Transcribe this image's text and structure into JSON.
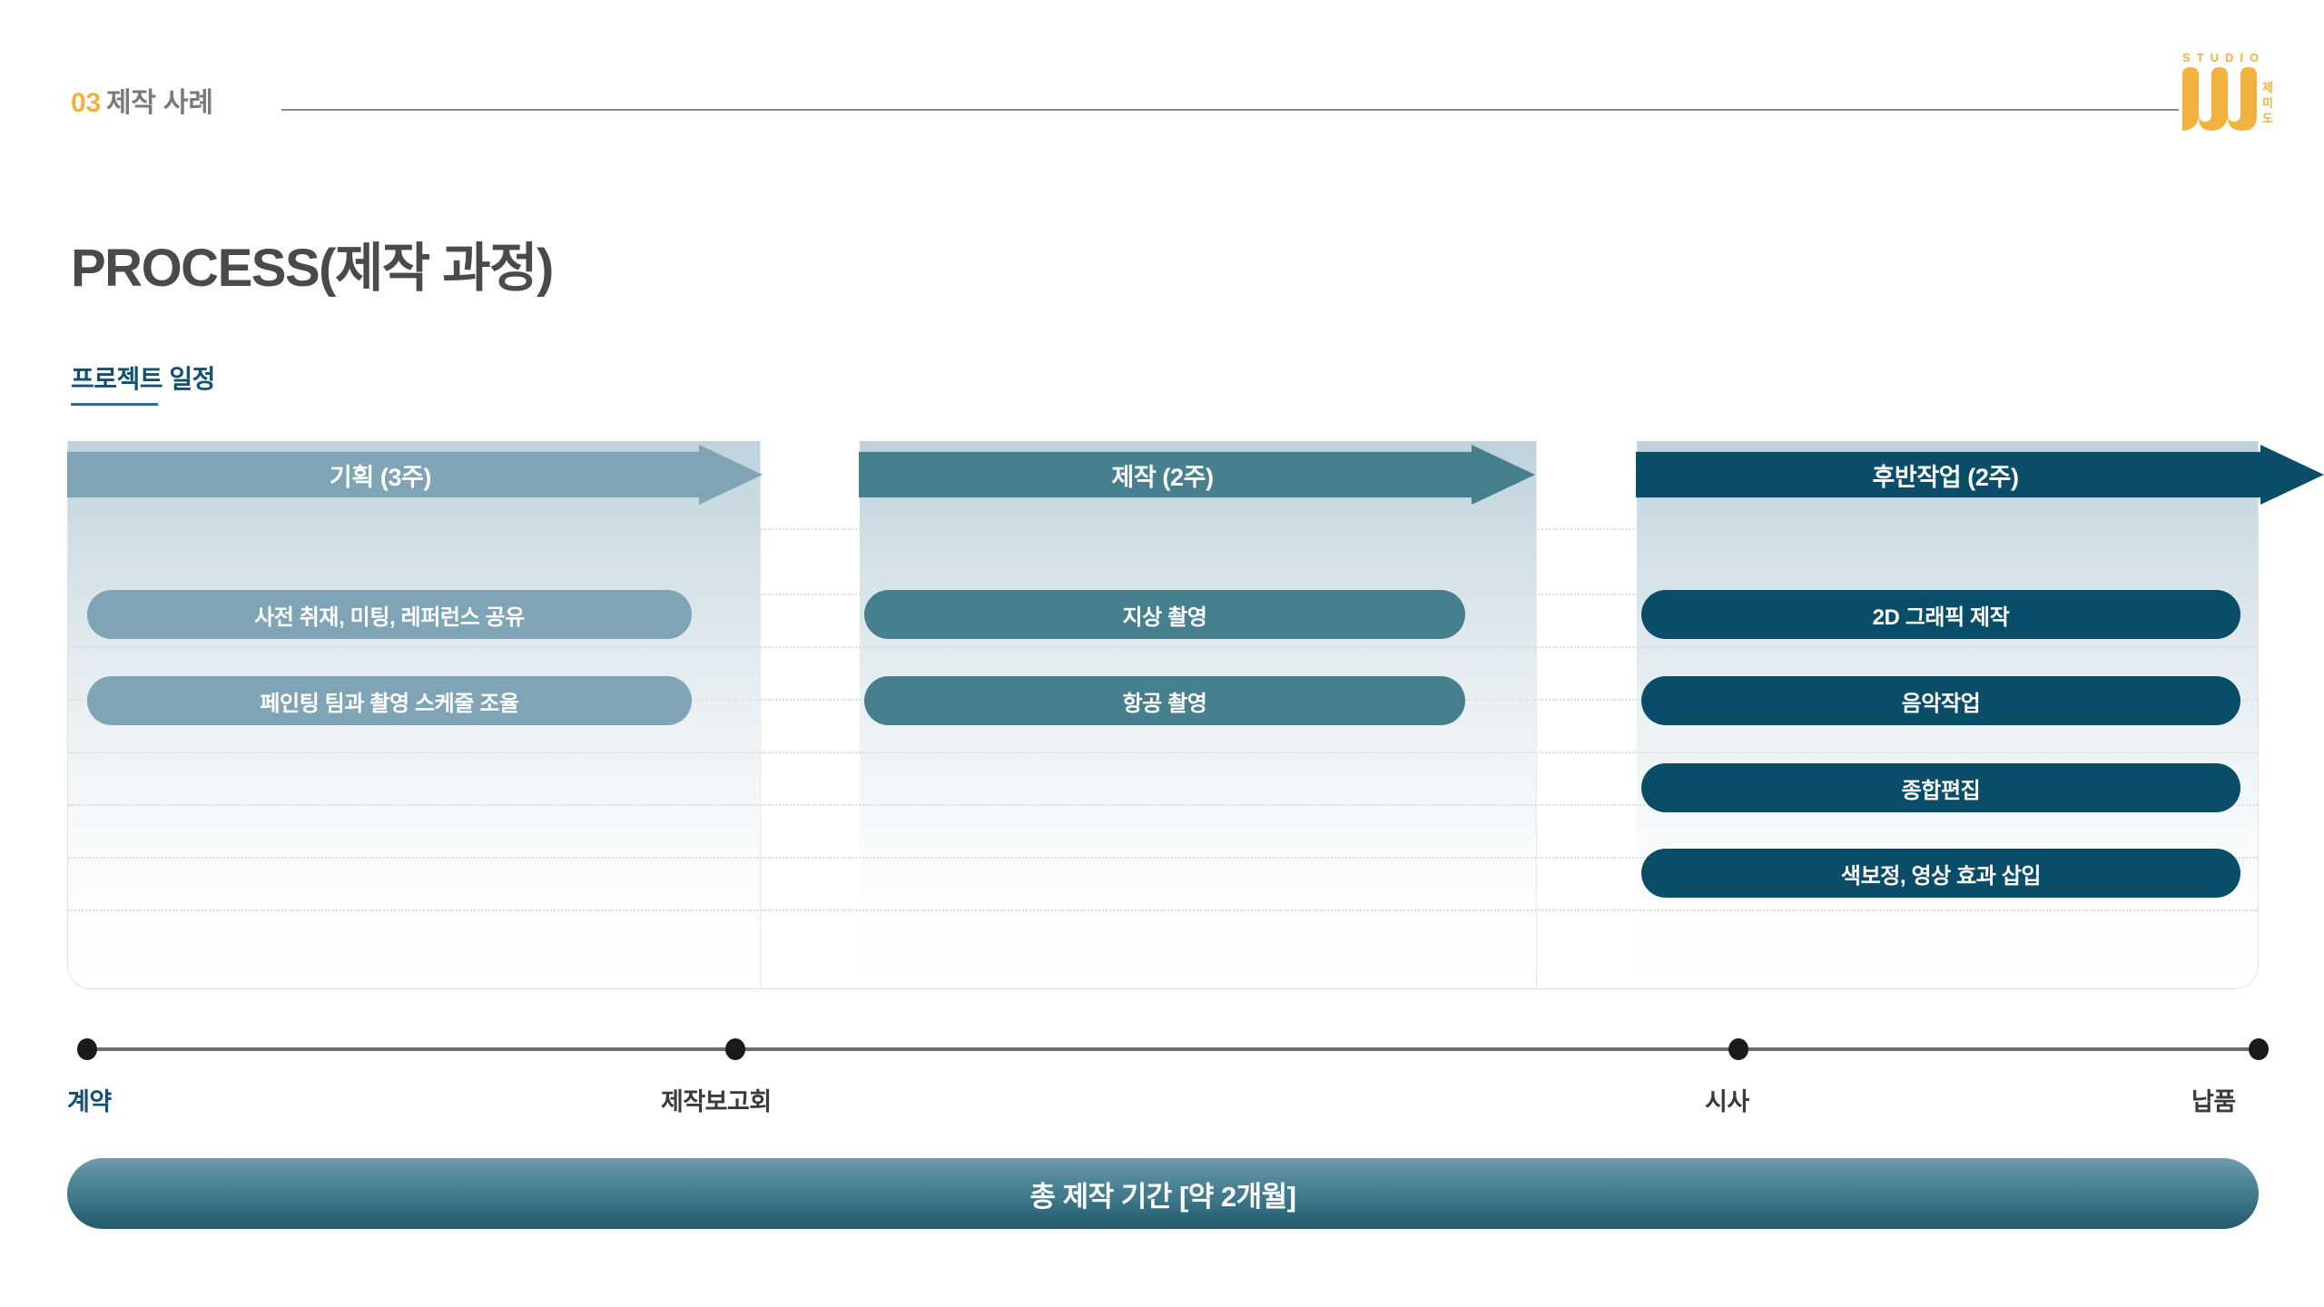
{
  "header": {
    "kicker_number": "03",
    "kicker_text": "제작 사례",
    "logo": {
      "wordmark": "STUDIO",
      "mark_letter": "M",
      "korean": "제미도"
    }
  },
  "page_title": "PROCESS(제작 과정)",
  "section": {
    "label": "프로젝트 일정"
  },
  "colors": {
    "accent_orange": "#f2b23e",
    "phase1": "#7fa4b5",
    "phase2": "#46808f",
    "phase3": "#0a4d68",
    "label_blue": "#135172",
    "title_gray": "#4a4a4a"
  },
  "chart_data": {
    "type": "table",
    "title": "프로젝트 일정",
    "phases": [
      {
        "name": "기획 (3주)",
        "duration_weeks": 3,
        "color": "#7fa4b5",
        "tasks": [
          "사전 취재, 미팅, 레퍼런스 공유",
          "페인팅 팀과 촬영 스케줄 조율"
        ]
      },
      {
        "name": "제작 (2주)",
        "duration_weeks": 2,
        "color": "#46808f",
        "tasks": [
          "지상 촬영",
          "항공 촬영"
        ]
      },
      {
        "name": "후반작업 (2주)",
        "duration_weeks": 2,
        "color": "#0a4d68",
        "tasks": [
          "2D 그래픽 제작",
          "음악작업",
          "종합편집",
          "색보정, 영상 효과 삽입"
        ]
      }
    ],
    "milestones": [
      {
        "label": "계약",
        "color": "#135172"
      },
      {
        "label": "제작보고회",
        "color": "#3a3a3a"
      },
      {
        "label": "시사",
        "color": "#3a3a3a"
      },
      {
        "label": "납품",
        "color": "#3a3a3a"
      }
    ],
    "total": {
      "label": "총 제작 기간 [약 2개월]",
      "months": 2
    }
  }
}
